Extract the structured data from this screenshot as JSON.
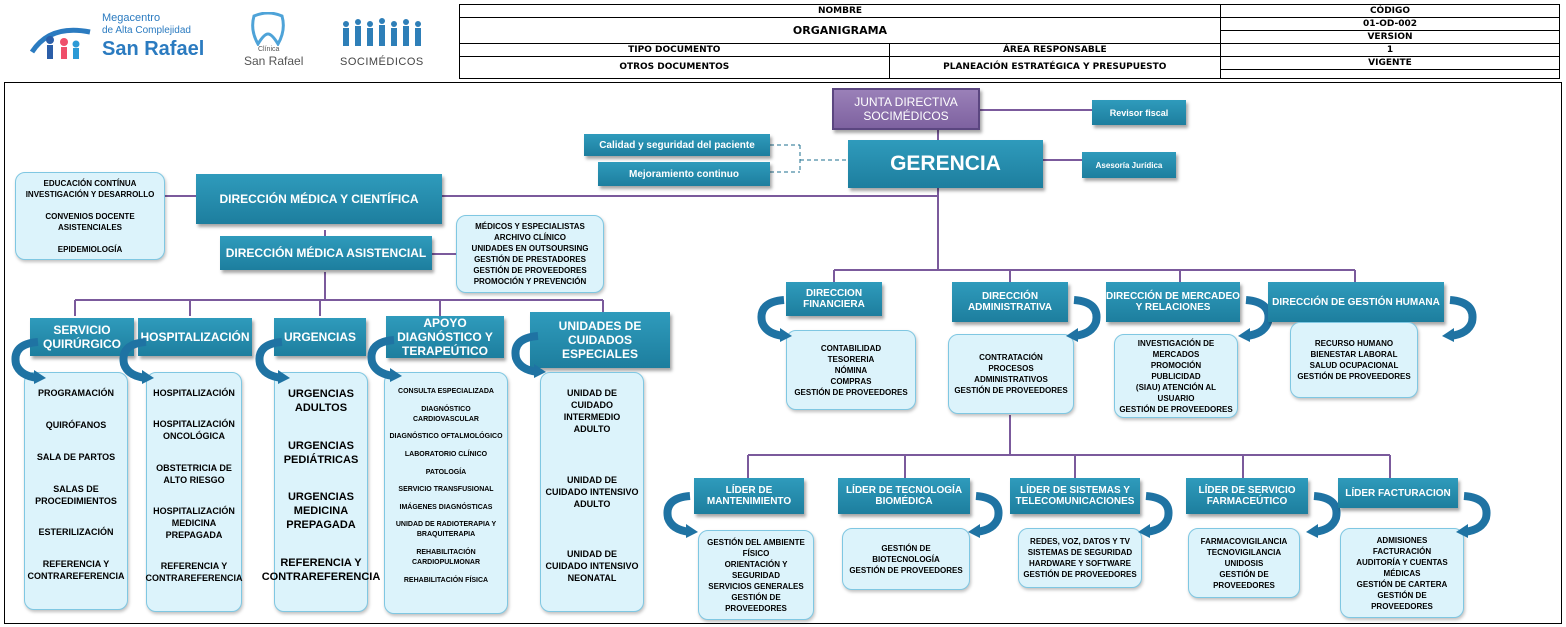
{
  "header": {
    "logos": {
      "megacentro": [
        "Megacentro",
        "de Alta Complejidad",
        "San Rafael"
      ],
      "clinica": [
        "Clínica",
        "San Rafael"
      ],
      "socimedicos": "SOCIMÉDICOS"
    },
    "nombre_label": "NOMBRE",
    "nombre_value": "ORGANIGRAMA",
    "tipo_label": "TIPO DOCUMENTO",
    "tipo_value": "OTROS DOCUMENTOS",
    "area_label": "ÁREA RESPONSABLE",
    "area_value": "PLANEACIÓN ESTRATÉGICA Y PRESUPUESTO",
    "codigo_label": "CÓDIGO",
    "codigo_value": "01-OD-002",
    "version_label": "VERSION",
    "version_value": "1",
    "vigente": "VIGENTE"
  },
  "org": {
    "junta": "JUNTA DIRECTIVA SOCIMÉDICOS",
    "revisor": "Revisor fiscal",
    "gerencia": "GERENCIA",
    "asesoria": "Asesoría Jurídica",
    "calidad": "Calidad y seguridad del paciente",
    "mejoramiento": "Mejoramiento continuo",
    "dir_medica_cientifica": "DIRECCIÓN MÉDICA Y CIENTÍFICA",
    "dir_medica_cientifica_items": [
      "EDUCACIÓN CONTÍNUA",
      "INVESTIGACIÓN Y DESARROLLO",
      "",
      "CONVENIOS DOCENTE",
      "ASISTENCIALES",
      "",
      "EPIDEMIOLOGÍA"
    ],
    "dir_medica_asistencial": "DIRECCIÓN MÉDICA ASISTENCIAL",
    "dir_medica_asistencial_items": [
      "MÉDICOS Y ESPECIALISTAS",
      "ARCHIVO CLÍNICO",
      "UNIDADES EN OUTSOURSING",
      "GESTIÓN DE PRESTADORES",
      "GESTIÓN DE PROVEEDORES",
      "PROMOCIÓN Y PREVENCIÓN"
    ],
    "services": [
      {
        "title": "SERVICIO QUIRÚRGICO",
        "items": [
          "PROGRAMACIÓN",
          "QUIRÓFANOS",
          "SALA DE PARTOS",
          "SALAS DE PROCEDIMIENTOS",
          "ESTERILIZACIÓN",
          "REFERENCIA Y CONTRAREFERENCIA"
        ]
      },
      {
        "title": "HOSPITALIZACIÓN",
        "items": [
          "HOSPITALIZACIÓN",
          "HOSPITALIZACIÓN ONCOLÓGICA",
          "OBSTETRICIA DE ALTO RIESGO",
          "HOSPITALIZACIÓN MEDICINA PREPAGADA",
          "REFERENCIA Y CONTRAREFERENCIA"
        ]
      },
      {
        "title": "URGENCIAS",
        "items": [
          "URGENCIAS ADULTOS",
          "URGENCIAS PEDIÁTRICAS",
          "URGENCIAS MEDICINA PREPAGADA",
          "REFERENCIA Y CONTRAREFERENCIA"
        ]
      },
      {
        "title": "APOYO DIAGNÓSTICO Y TERAPEÚTICO",
        "items": [
          "CONSULTA ESPECIALIZADA",
          "DIAGNÓSTICO CARDIOVASCULAR",
          "DIAGNÓSTICO OFTALMOLÓGICO",
          "LABORATORIO CLÍNICO",
          "PATOLOGÍA",
          "SERVICIO TRANSFUSIONAL",
          "IMÁGENES DIAGNÓSTICAS",
          "UNIDAD DE RADIOTERAPIA Y BRAQUITERAPIA",
          "REHABILITACIÓN CARDIOPULMONAR",
          "REHABILITACIÓN FÍSICA"
        ]
      },
      {
        "title": "UNIDADES DE CUIDADOS ESPECIALES",
        "items": [
          "UNIDAD DE CUIDADO INTERMEDIO ADULTO",
          "UNIDAD DE CUIDADO INTENSIVO ADULTO",
          "UNIDAD DE CUIDADO INTENSIVO NEONATAL"
        ]
      }
    ],
    "directions": [
      {
        "title": "DIRECCION FINANCIERA",
        "items": [
          "CONTABILIDAD",
          "TESORERIA",
          "NÓMINA",
          "COMPRAS",
          "GESTIÓN DE PROVEEDORES"
        ]
      },
      {
        "title": "DIRECCIÓN ADMINISTRATIVA",
        "items": [
          "CONTRATACIÓN",
          "PROCESOS",
          "ADMINISTRATIVOS",
          "GESTIÓN DE PROVEEDORES"
        ]
      },
      {
        "title": "DIRECCIÓN DE MERCADEO Y RELACIONES",
        "items": [
          "INVESTIGACIÓN DE",
          "MERCADOS",
          "PROMOCIÓN",
          "PUBLICIDAD",
          "(SIAU) ATENCIÓN AL",
          "USUARIO",
          "GESTIÓN DE PROVEEDORES"
        ]
      },
      {
        "title": "DIRECCIÓN DE GESTIÓN HUMANA",
        "items": [
          "RECURSO HUMANO",
          "BIENESTAR LABORAL",
          "SALUD OCUPACIONAL",
          "GESTIÓN DE PROVEEDORES"
        ]
      }
    ],
    "leaders": [
      {
        "title": "LÍDER DE MANTENIMIENTO",
        "items": [
          "GESTIÓN DEL AMBIENTE",
          "FÍSICO",
          "ORIENTACIÓN Y",
          "SEGURIDAD",
          "SERVICIOS GENERALES",
          "GESTIÓN DE",
          "PROVEEDORES"
        ]
      },
      {
        "title": "LÍDER DE TECNOLOGÍA BIOMÉDICA",
        "items": [
          "GESTIÓN DE",
          "BIOTECNOLOGÍA",
          "GESTIÓN DE PROVEEDORES"
        ]
      },
      {
        "title": "LÍDER DE SISTEMAS Y TELECOMUNICACIONES",
        "items": [
          "REDES, VOZ, DATOS Y TV",
          "SISTEMAS DE SEGURIDAD",
          "HARDWARE Y SOFTWARE",
          "GESTIÓN DE PROVEEDORES"
        ]
      },
      {
        "title": "LÍDER DE SERVICIO FARMACEÚTICO",
        "items": [
          "FARMACOVIGILANCIA",
          "TECNOVIGILANCIA",
          "UNIDOSIS",
          "GESTIÓN DE",
          "PROVEEDORES"
        ]
      },
      {
        "title": "LÍDER FACTURACION",
        "items": [
          "ADMISIONES",
          "FACTURACIÓN",
          "AUDITORÍA Y CUENTAS",
          "MÉDICAS",
          "GESTIÓN DE CARTERA",
          "GESTIÓN DE",
          "PROVEEDORES"
        ]
      }
    ]
  }
}
